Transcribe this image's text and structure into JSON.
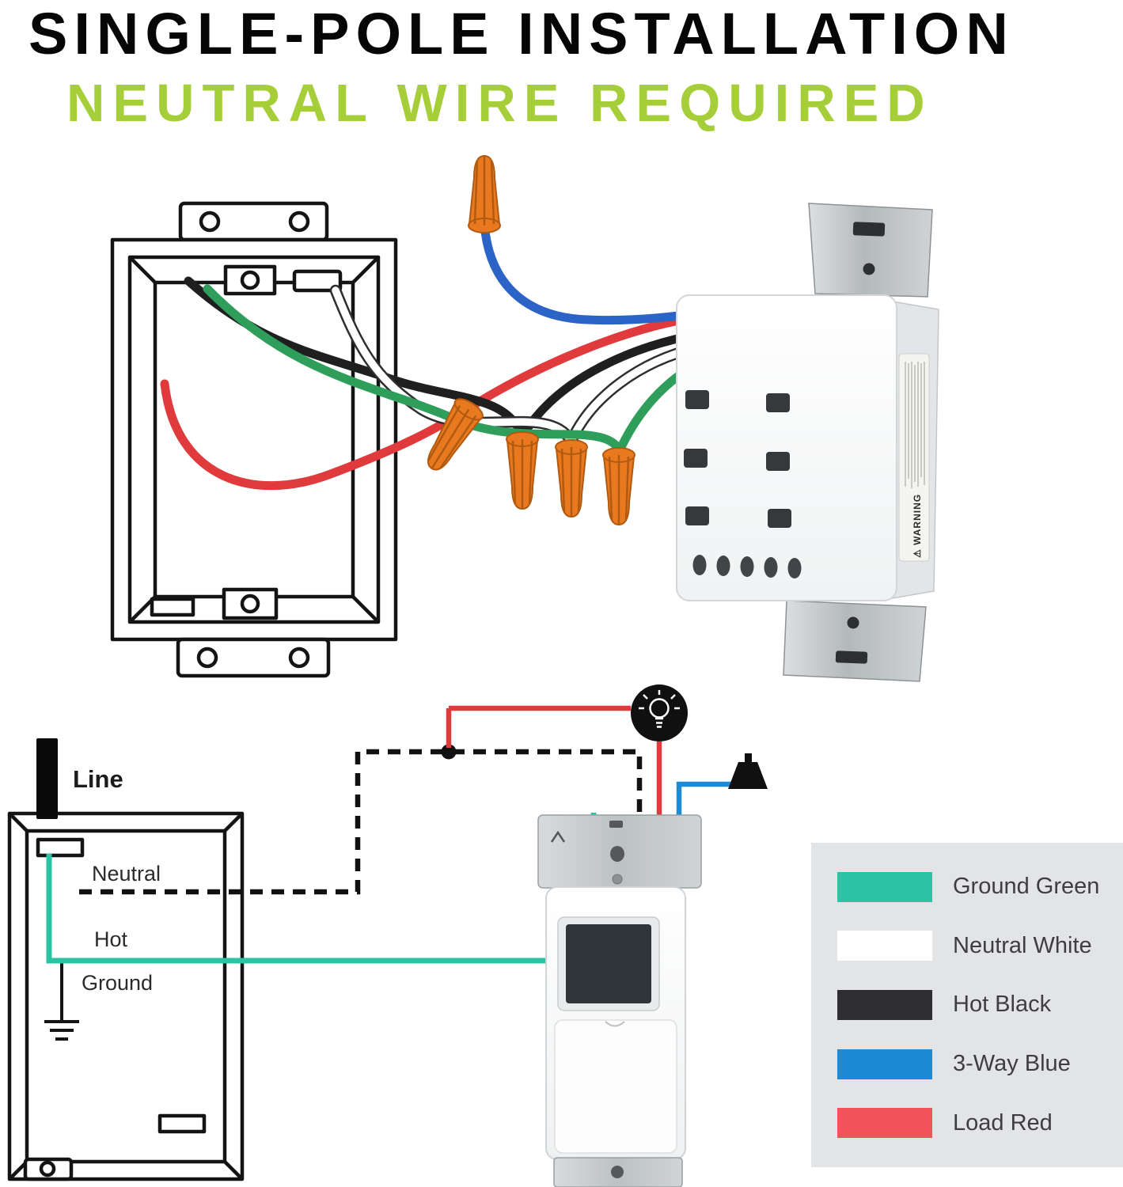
{
  "header": {
    "title": "SINGLE-POLE INSTALLATION",
    "subtitle": "NEUTRAL WIRE REQUIRED",
    "subtitle_color": "#a6ce38"
  },
  "top_diagram": {
    "warning_label": "⚠ WARNING"
  },
  "bottom_diagram": {
    "line_label": "Line",
    "box_labels": [
      "Neutral",
      "Hot",
      "Ground"
    ]
  },
  "legend": {
    "items": [
      {
        "label": "Ground Green",
        "color": "#2cc3a4"
      },
      {
        "label": "Neutral White",
        "color": "#ffffff"
      },
      {
        "label": "Hot Black",
        "color": "#2e2e30"
      },
      {
        "label": "3-Way Blue",
        "color": "#1d8ad6"
      },
      {
        "label": "Load Red",
        "color": "#f2545b"
      }
    ]
  },
  "colors": {
    "wire_black": "#1f1f1f",
    "wire_white": "#ffffff",
    "wire_green": "#2f9e5b",
    "wire_red": "#e03a3d",
    "wire_blue": "#2b63c6",
    "wire_nut_orange": "#e8791f"
  }
}
